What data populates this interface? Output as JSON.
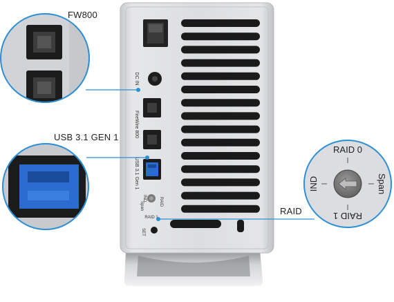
{
  "callouts": {
    "fw800": "FW800",
    "usb": "USB 3.1 GEN 1",
    "raid": "RAID"
  },
  "panel_labels": {
    "dc_in": "DC IN",
    "firewire": "FireWire 800",
    "usb": "USB 3.1 Gen 1",
    "ind": "IND",
    "raid": "RAID",
    "span": "Span",
    "raid1": "RAID 1",
    "set": "SET"
  },
  "dial": {
    "top": "RAID 0",
    "left": "IND",
    "right": "Span",
    "bottom": "RAID 1"
  },
  "colors": {
    "accent_line": "#2d8fd5",
    "usb_port": "#2a6bd0",
    "chassis": "#d9dadc"
  },
  "icons": [
    "power-switch-icon",
    "lock-icon"
  ]
}
